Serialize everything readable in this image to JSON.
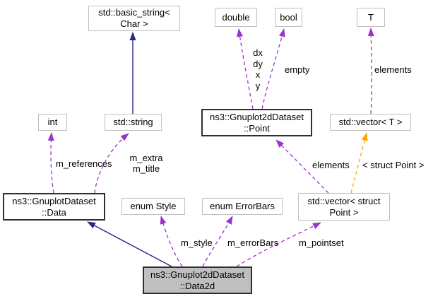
{
  "diagram": {
    "type": "uml-collaboration-graph",
    "colors": {
      "usage_edge": "#9a32cd",
      "inheritance_edge": "#26268c",
      "template_edge": "#ffa500",
      "node_border": "#c0c0c0",
      "highlight_border": "#2f2f2f",
      "main_node_fill": "#bfbfbf",
      "background": "#ffffff"
    },
    "nodes": {
      "basic_string": {
        "line1": "std::basic_string<",
        "line2": "Char >"
      },
      "double": {
        "line1": "double"
      },
      "bool": {
        "line1": "bool"
      },
      "T": {
        "line1": "T"
      },
      "int": {
        "line1": "int"
      },
      "string": {
        "line1": "std::string"
      },
      "point": {
        "line1": "ns3::Gnuplot2dDataset",
        "line2": "::Point"
      },
      "vector_T": {
        "line1": "std::vector< T >"
      },
      "data": {
        "line1": "ns3::GnuplotDataset",
        "line2": "::Data"
      },
      "enum_style": {
        "line1": "enum Style"
      },
      "enum_errorbars": {
        "line1": "enum ErrorBars"
      },
      "vector_point": {
        "line1": "std::vector< struct",
        "line2": "Point >"
      },
      "data2d": {
        "line1": "ns3::Gnuplot2dDataset",
        "line2": "::Data2d"
      }
    },
    "edge_labels": {
      "m_references": "m_references",
      "m_extra": "m_extra",
      "m_title": "m_title",
      "dx": "dx",
      "dy": "dy",
      "x": "x",
      "y": "y",
      "empty": "empty",
      "elements_top": "elements",
      "elements_mid": "elements",
      "template_args": "< struct Point >",
      "m_style": "m_style",
      "m_errorBars": "m_errorBars",
      "m_pointset": "m_pointset"
    }
  }
}
